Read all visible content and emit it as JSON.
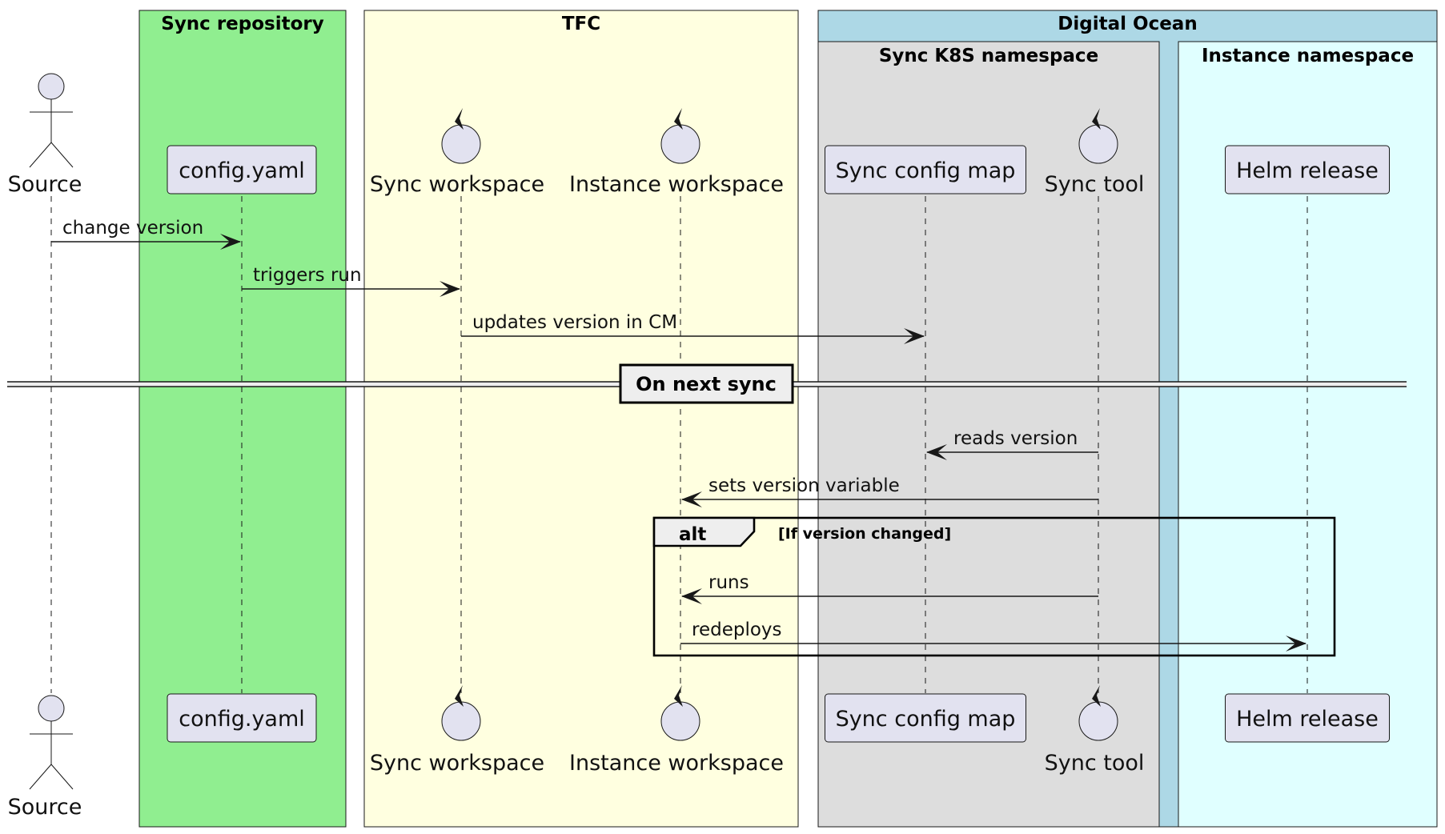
{
  "diagram": {
    "type": "sequence",
    "colors": {
      "participant_fill": "#E2E2F0",
      "line": "#181818",
      "sync_repository": "#90EE90",
      "tfc": "#FFFFE0",
      "digital_ocean": "#ADD8E6",
      "sync_k8s_namespace": "#DDDDDD",
      "instance_namespace": "#E0FFFF",
      "divider_fill": "#EEEEEE"
    },
    "boxes": [
      {
        "id": "sync-repository",
        "title": "Sync repository",
        "color_key": "sync_repository",
        "participants": [
          "config"
        ]
      },
      {
        "id": "tfc",
        "title": "TFC",
        "color_key": "tfc",
        "participants": [
          "syncws",
          "instws"
        ]
      },
      {
        "id": "digital-ocean",
        "title": "Digital Ocean",
        "color_key": "digital_ocean",
        "children": [
          {
            "id": "sync-k8s-namespace",
            "title": "Sync K8S namespace",
            "color_key": "sync_k8s_namespace",
            "participants": [
              "cm",
              "tool"
            ]
          },
          {
            "id": "instance-namespace",
            "title": "Instance namespace",
            "color_key": "instance_namespace",
            "participants": [
              "helm"
            ]
          }
        ]
      }
    ],
    "participants": [
      {
        "id": "source",
        "label": "Source",
        "kind": "actor"
      },
      {
        "id": "config",
        "label": "config.yaml",
        "kind": "participant"
      },
      {
        "id": "syncws",
        "label": "Sync workspace",
        "kind": "control"
      },
      {
        "id": "instws",
        "label": "Instance workspace",
        "kind": "control"
      },
      {
        "id": "cm",
        "label": "Sync config map",
        "kind": "participant"
      },
      {
        "id": "tool",
        "label": "Sync tool",
        "kind": "control"
      },
      {
        "id": "helm",
        "label": "Helm release",
        "kind": "participant"
      }
    ],
    "sequence": [
      {
        "type": "message",
        "from": "source",
        "to": "config",
        "label": "change version"
      },
      {
        "type": "message",
        "from": "config",
        "to": "syncws",
        "label": "triggers run"
      },
      {
        "type": "message",
        "from": "syncws",
        "to": "cm",
        "label": "updates version in CM"
      },
      {
        "type": "divider",
        "label": "On next sync"
      },
      {
        "type": "message",
        "from": "tool",
        "to": "cm",
        "label": "reads version"
      },
      {
        "type": "message",
        "from": "tool",
        "to": "instws",
        "label": "sets version variable"
      },
      {
        "type": "group",
        "keyword": "alt",
        "condition": "[If version changed]",
        "messages": [
          {
            "type": "message",
            "from": "tool",
            "to": "instws",
            "label": "runs"
          },
          {
            "type": "message",
            "from": "instws",
            "to": "helm",
            "label": "redeploys"
          }
        ]
      }
    ]
  }
}
